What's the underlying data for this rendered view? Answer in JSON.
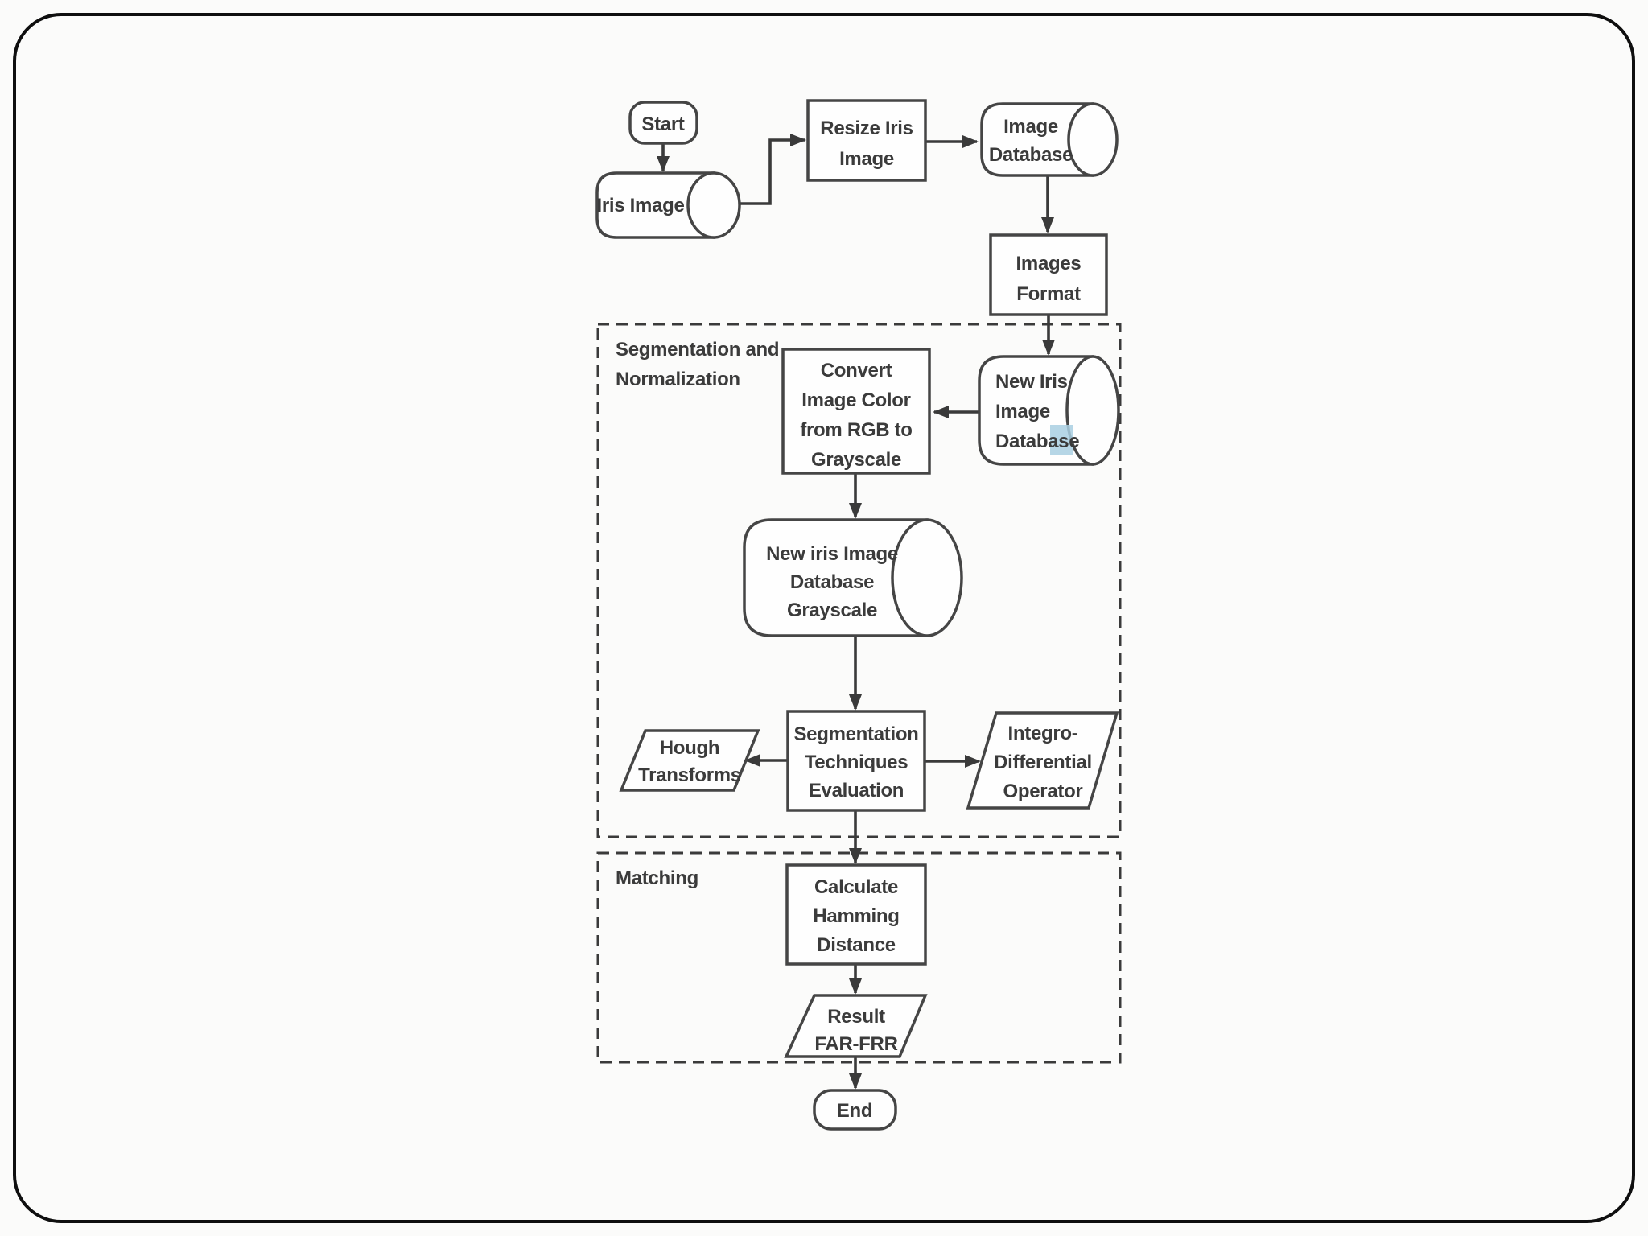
{
  "diagram_type": "flowchart",
  "colors": {
    "ink": "#3b3b3b",
    "shape_stroke": "#454545",
    "frame": "#0f0f0f",
    "paper": "#fbfbfa",
    "shape_fill": "#fefefe",
    "highlight": "#a9cfe2"
  },
  "regions": {
    "segmentation": {
      "lines": [
        "Segmentation and",
        "Normalization"
      ]
    },
    "matching": {
      "lines": [
        "Matching"
      ]
    }
  },
  "nodes": {
    "start": {
      "shape": "terminator",
      "label": "Start"
    },
    "iris_image": {
      "shape": "cylinder",
      "label": "Iris Image"
    },
    "resize": {
      "shape": "process",
      "lines": [
        "Resize Iris",
        "Image"
      ]
    },
    "image_db": {
      "shape": "cylinder",
      "lines": [
        "Image",
        "Database"
      ]
    },
    "images_format": {
      "shape": "process",
      "lines": [
        "Images",
        "Format"
      ]
    },
    "convert": {
      "shape": "process",
      "lines": [
        "Convert",
        "Image Color",
        "from RGB to",
        "Grayscale"
      ]
    },
    "new_iris_db": {
      "shape": "cylinder",
      "lines": [
        "New Iris",
        "Image",
        "Database"
      ],
      "highlighted_text": "se"
    },
    "gray_db": {
      "shape": "cylinder",
      "lines": [
        "New iris Image",
        "Database",
        "Grayscale"
      ]
    },
    "seg_eval": {
      "shape": "process",
      "lines": [
        "Segmentation",
        "Techniques",
        "Evaluation"
      ]
    },
    "hough": {
      "shape": "parallelogram",
      "lines": [
        "Hough",
        "Transforms"
      ]
    },
    "integro": {
      "shape": "parallelogram",
      "lines": [
        "Integro-",
        "Differential",
        "Operator"
      ]
    },
    "calc": {
      "shape": "process",
      "lines": [
        "Calculate",
        "Hamming",
        "Distance"
      ]
    },
    "result": {
      "shape": "parallelogram",
      "lines": [
        "Result",
        "FAR-FRR"
      ]
    },
    "end": {
      "shape": "terminator",
      "label": "End"
    }
  }
}
